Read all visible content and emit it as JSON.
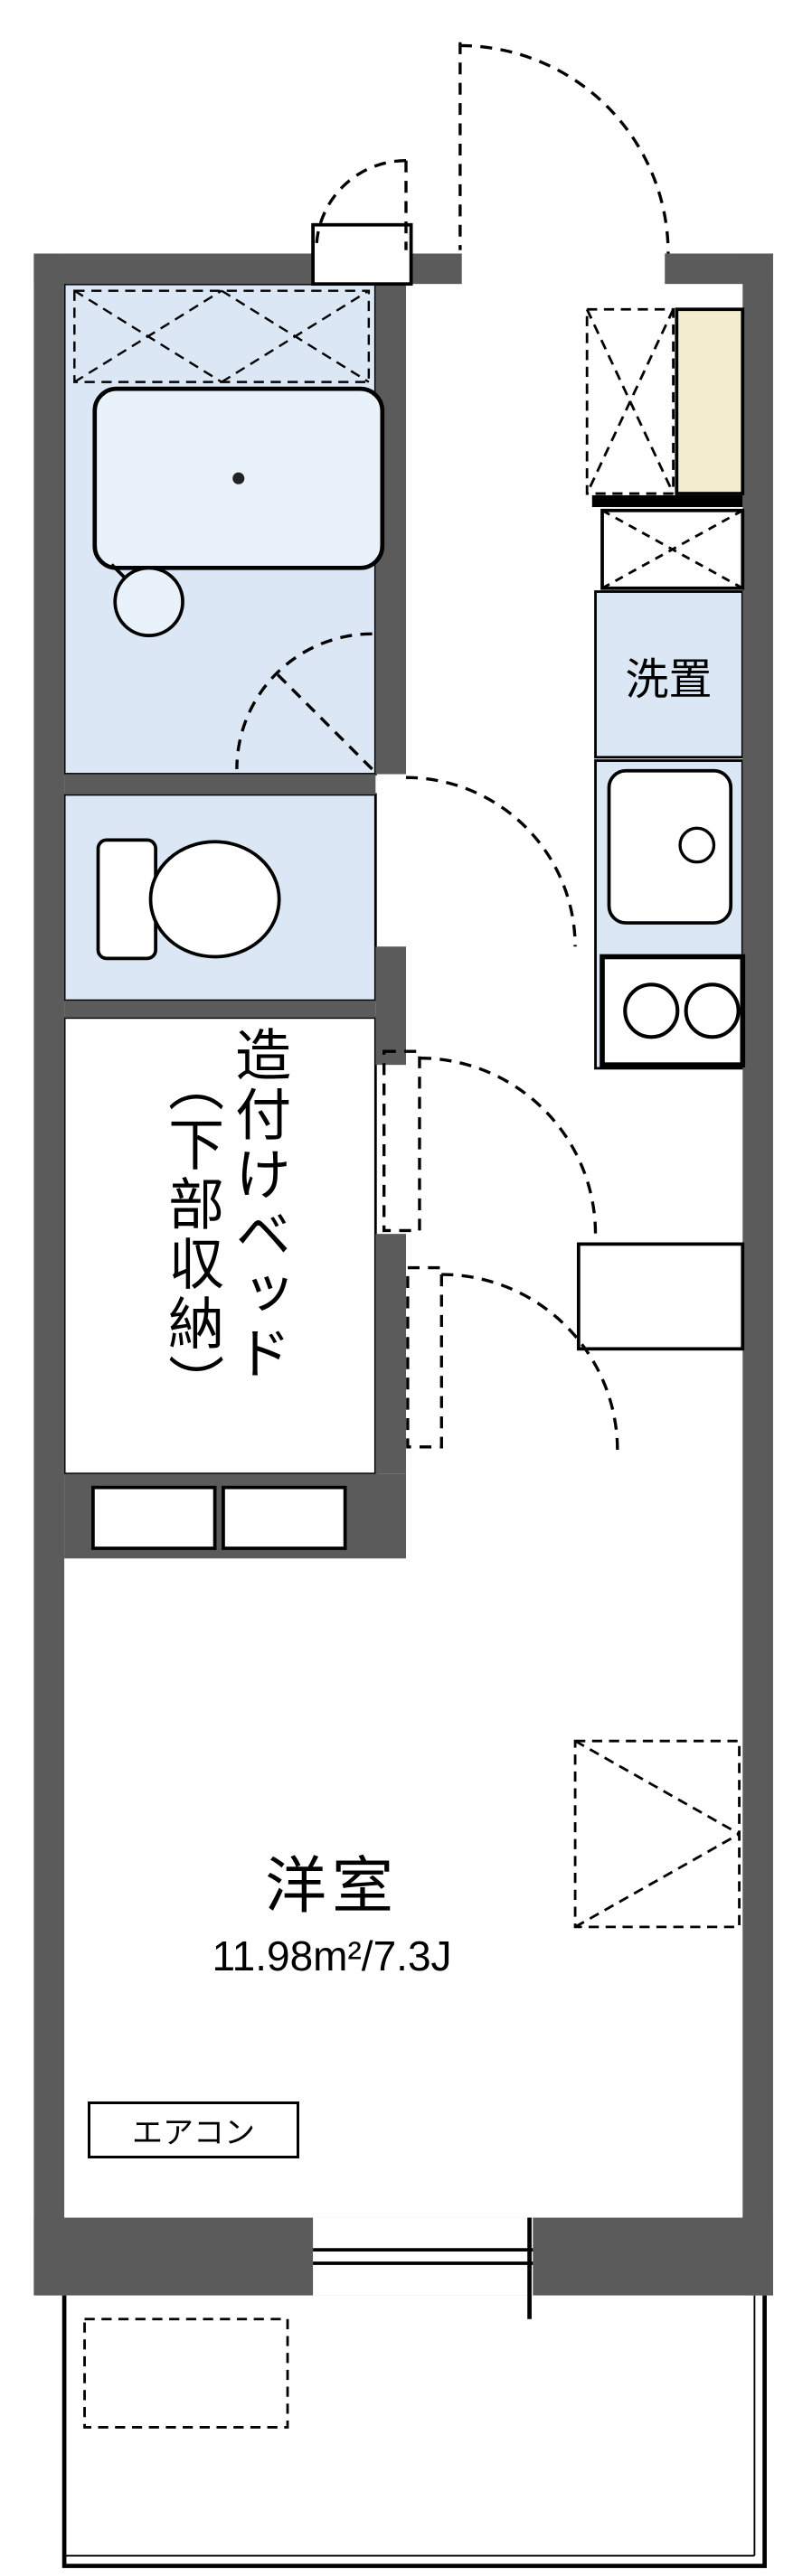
{
  "colors": {
    "wall": "#5b5b5b",
    "wet_area_fill": "#dbe7f5",
    "fixture_fill": "#e9f1fa",
    "entry_door_fill": "#f3ecce",
    "line": "#000000"
  },
  "plan": {
    "laundry_label": "洗置",
    "bed_storage": {
      "main": "造付けベッド",
      "sub": "（下部収納）"
    },
    "main_room": {
      "name": "洋室",
      "area": "11.98m²/7.3J"
    },
    "aircon_label": "エアコン"
  }
}
